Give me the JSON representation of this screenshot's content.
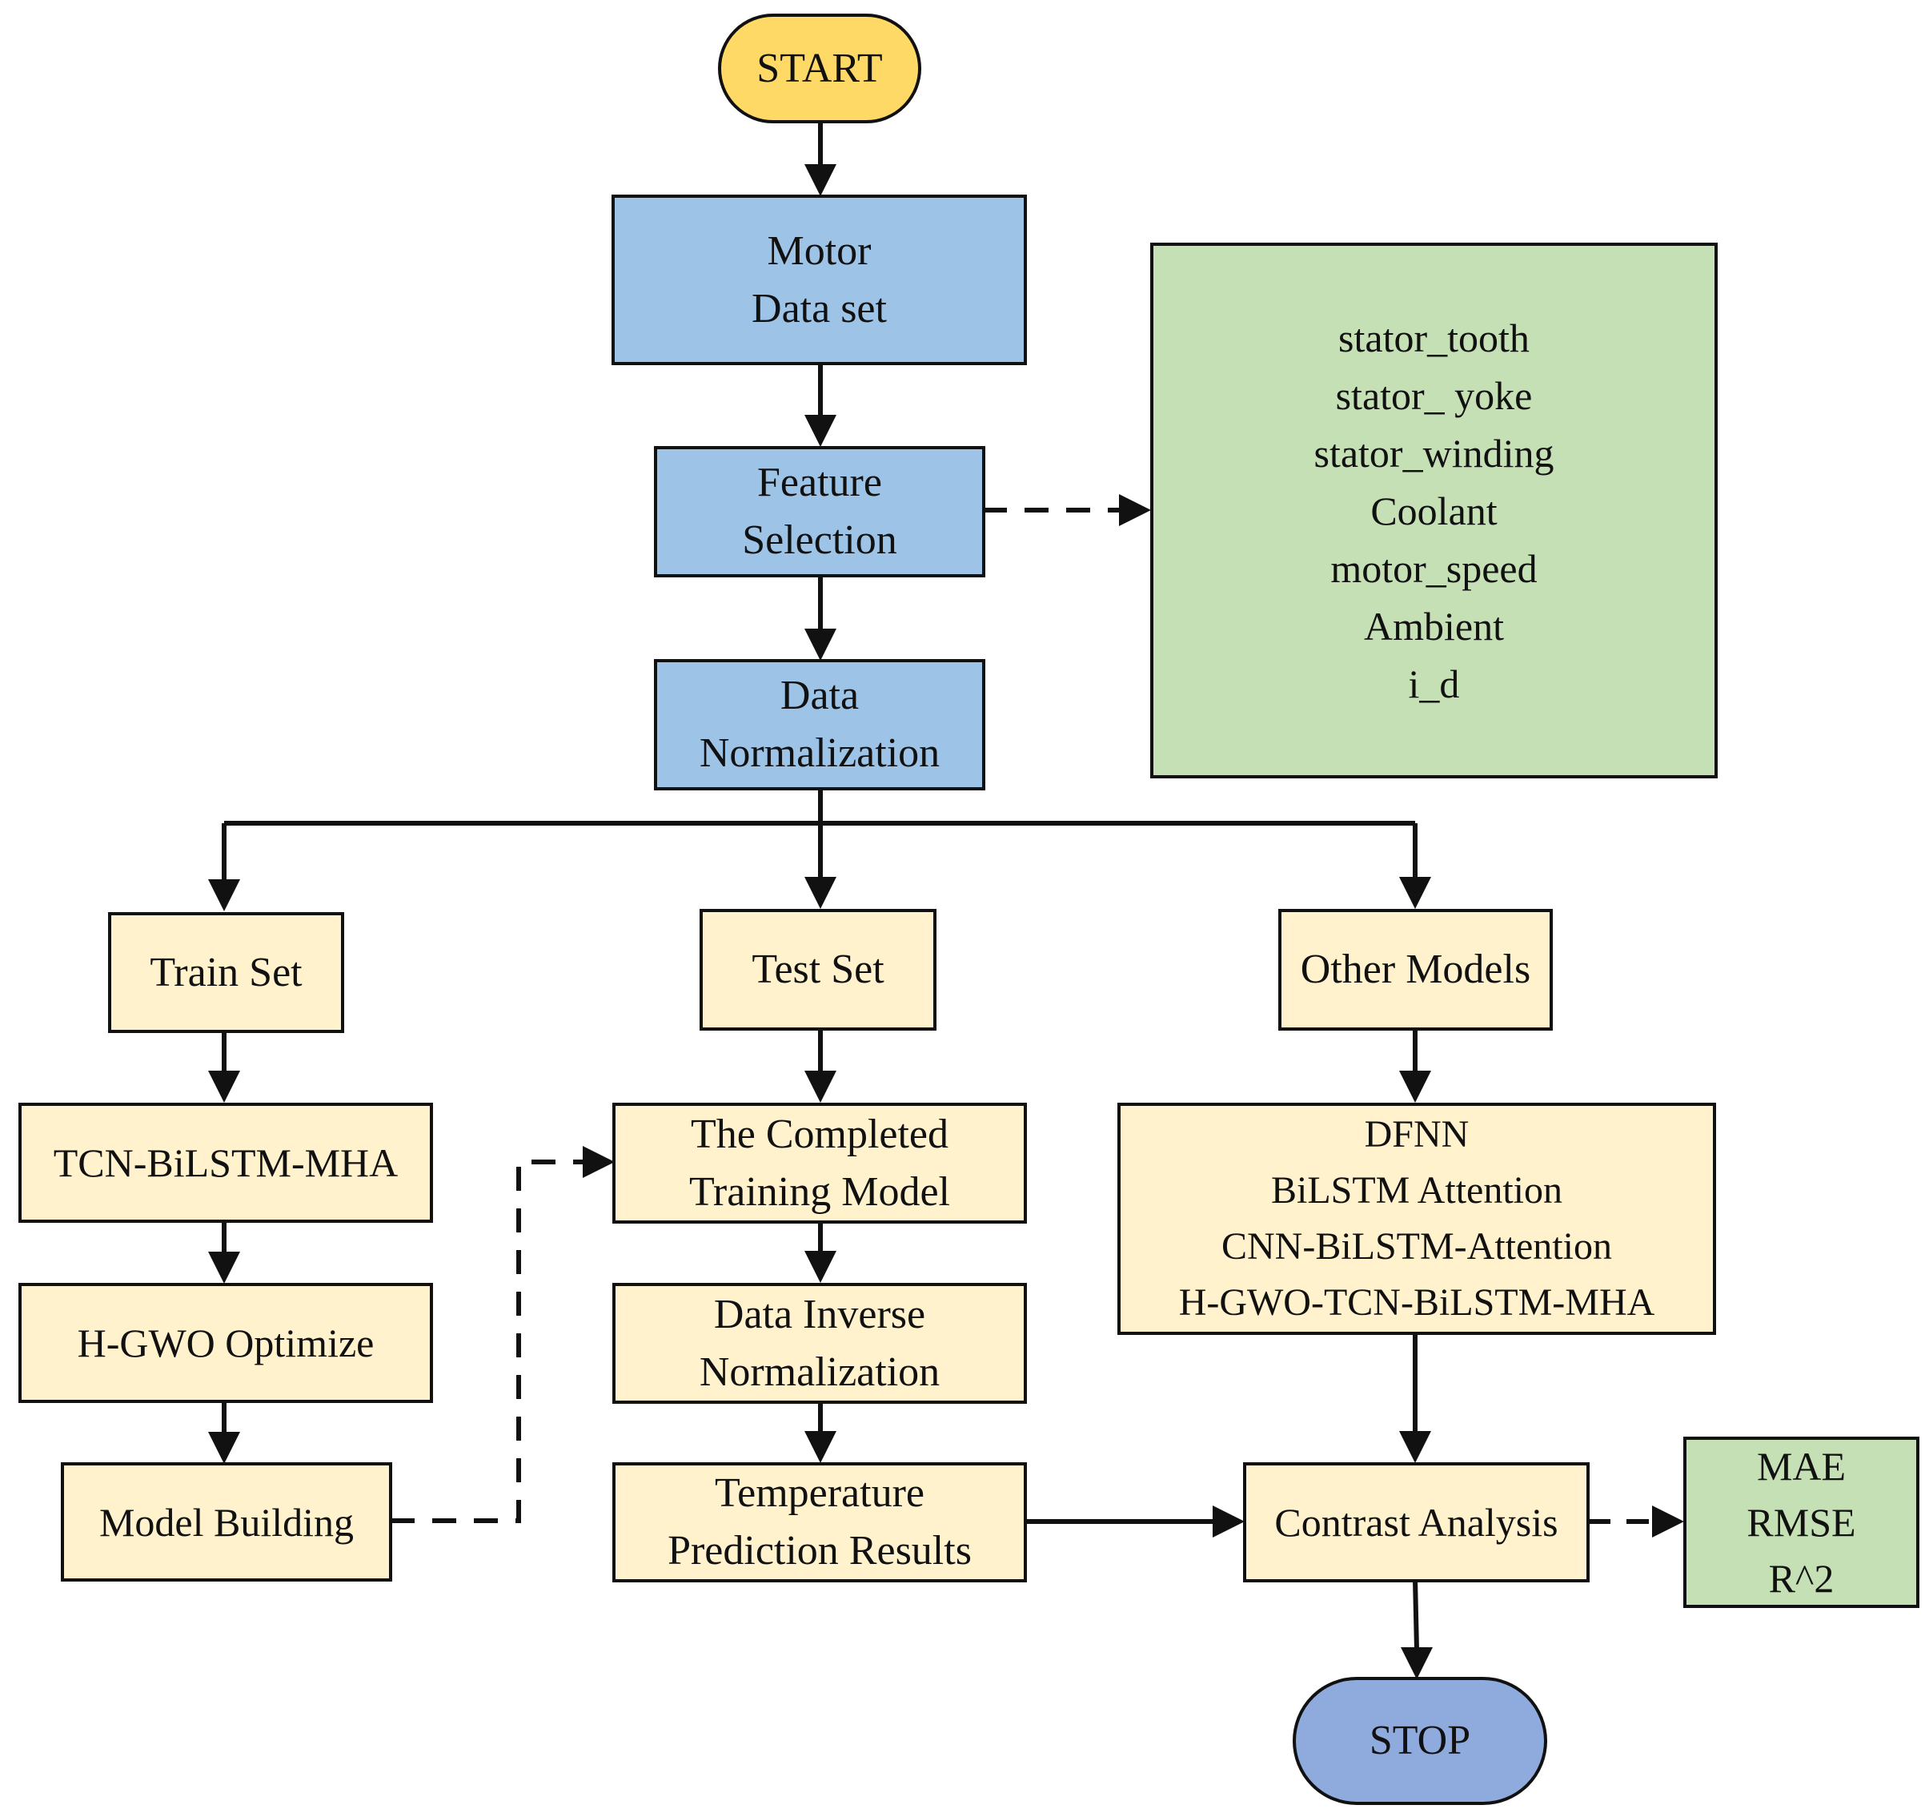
{
  "nodes": {
    "start": "START",
    "motor_data": [
      "Motor",
      "Data set"
    ],
    "feature_selection": [
      "Feature",
      "Selection"
    ],
    "features": [
      "stator_tooth",
      "stator_ yoke",
      "stator_winding",
      "Coolant",
      "motor_speed",
      "Ambient",
      "i_d"
    ],
    "data_normalization": [
      "Data",
      "Normalization"
    ],
    "train_set": "Train Set",
    "test_set": "Test Set",
    "other_models": "Other Models",
    "tcn_bilstm_mha": "TCN-BiLSTM-MHA",
    "hgwo_optimize": "H-GWO Optimize",
    "model_building": "Model Building",
    "completed_model": [
      "The Completed",
      "Training Model"
    ],
    "inverse_normalization": [
      "Data Inverse",
      "Normalization"
    ],
    "prediction_results": [
      "Temperature",
      "Prediction Results"
    ],
    "model_list": [
      "DFNN",
      "BiLSTM Attention",
      "CNN-BiLSTM-Attention",
      "H-GWO-TCN-BiLSTM-MHA"
    ],
    "contrast_analysis": "Contrast Analysis",
    "metrics": [
      "MAE",
      "RMSE",
      "R^2"
    ],
    "stop": "STOP"
  },
  "colors": {
    "terminal_start": "#ffd966",
    "terminal_stop": "#8faadc",
    "data_step": "#9dc3e6",
    "process_step": "#fff2cc",
    "info_box": "#c5e0b4",
    "stroke": "#111111"
  }
}
